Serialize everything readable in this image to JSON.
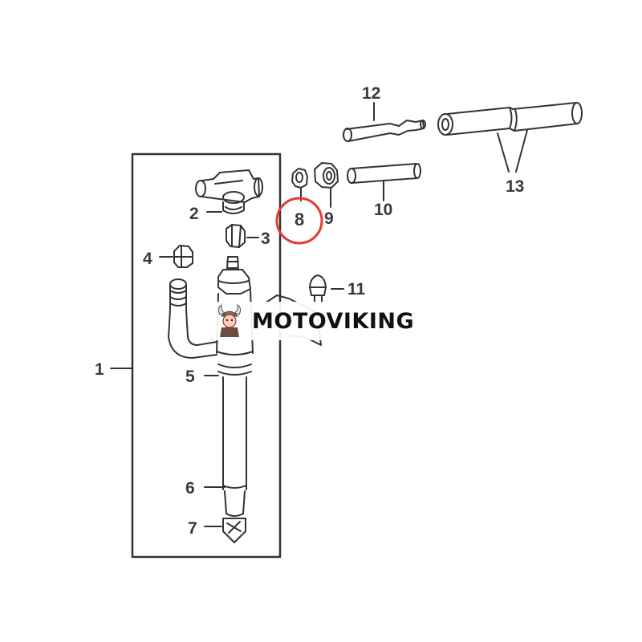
{
  "diagram": {
    "callouts": [
      {
        "id": "1",
        "text": "1"
      },
      {
        "id": "2",
        "text": "2"
      },
      {
        "id": "3",
        "text": "3"
      },
      {
        "id": "4",
        "text": "4"
      },
      {
        "id": "5",
        "text": "5"
      },
      {
        "id": "6",
        "text": "6"
      },
      {
        "id": "7",
        "text": "7"
      },
      {
        "id": "8",
        "text": "8",
        "highlighted": true
      },
      {
        "id": "9",
        "text": "9"
      },
      {
        "id": "10",
        "text": "10"
      },
      {
        "id": "11",
        "text": "11"
      },
      {
        "id": "12",
        "text": "12"
      },
      {
        "id": "13",
        "text": "13"
      }
    ],
    "highlight_color": "#e53935",
    "line_color": "#333333"
  },
  "watermark": {
    "text": "MOTOVIKING",
    "logo_icon": "viking-mascot-icon"
  }
}
